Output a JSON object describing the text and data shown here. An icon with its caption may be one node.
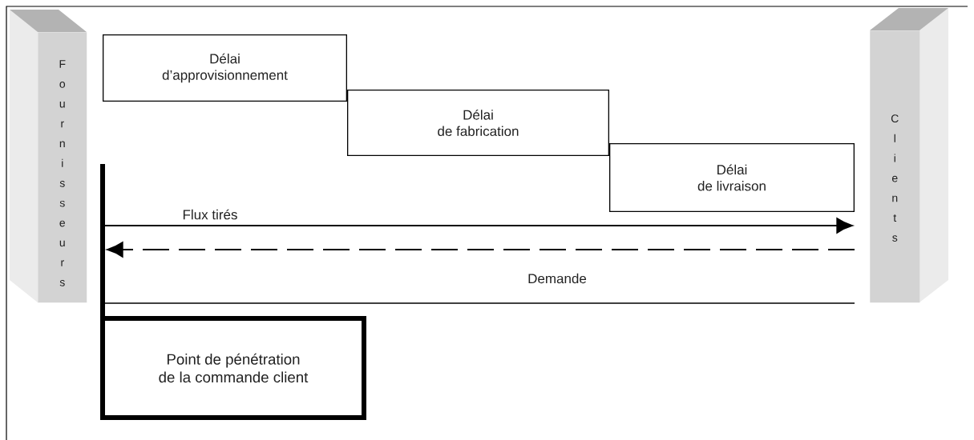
{
  "diagram": {
    "nodes": [
      {
        "text": [
          "Fournisseurs"
        ]
      },
      {
        "text": [
          "Clients"
        ]
      },
      {
        "text": [
          "Délai d’approvisionnement"
        ]
      },
      {
        "text": [
          "Délai de fabrication"
        ]
      },
      {
        "text": [
          "Délai de livraison"
        ]
      },
      {
        "text": [
          "Point de pénétration de la commande client"
        ]
      }
    ],
    "edges": [
      {
        "from": null,
        "to": 1,
        "arrow": "to",
        "label": "Flux tirés"
      },
      {
        "from": 1,
        "to": null,
        "arrow": "to",
        "style": "dashed"
      }
    ],
    "labels": [
      "Demande"
    ]
  }
}
